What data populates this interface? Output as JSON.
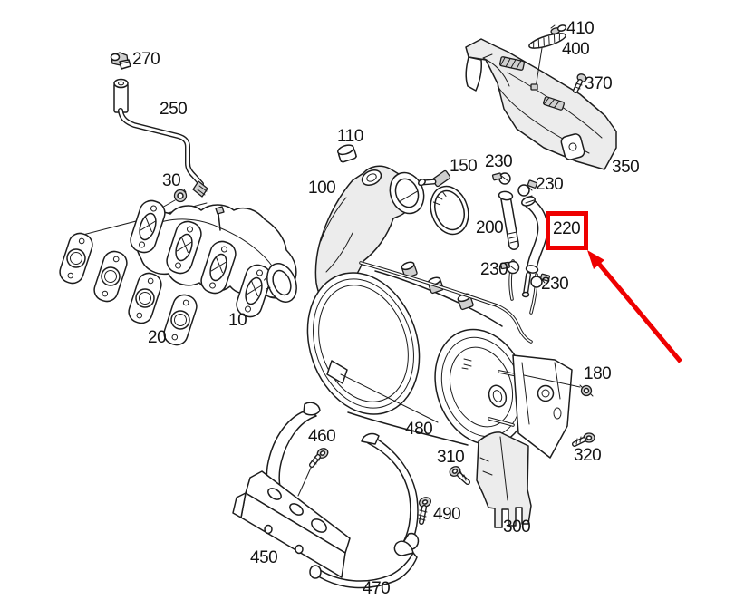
{
  "diagram_type": "exploded-parts-diagram-exhaust-system",
  "colors": {
    "background": "#ffffff",
    "line_art": "#1d1d1d",
    "label_text": "#141414",
    "highlight": "#ee0000"
  },
  "highlight": {
    "highlighted_part": "220",
    "marker": "red-box-and-arrow"
  },
  "parts": {
    "p10": "10",
    "p20": "20",
    "p30": "30",
    "p100": "100",
    "p110": "110",
    "p150": "150",
    "p180": "180",
    "p200": "200",
    "p220": "220",
    "p230a": "230",
    "p230b": "230",
    "p230c": "230",
    "p230d": "230",
    "p250": "250",
    "p270": "270",
    "p300": "300",
    "p310": "310",
    "p320": "320",
    "p350": "350",
    "p370": "370",
    "p400": "400",
    "p410": "410",
    "p450": "450",
    "p460": "460",
    "p470": "470",
    "p480": "480",
    "p490": "490"
  }
}
